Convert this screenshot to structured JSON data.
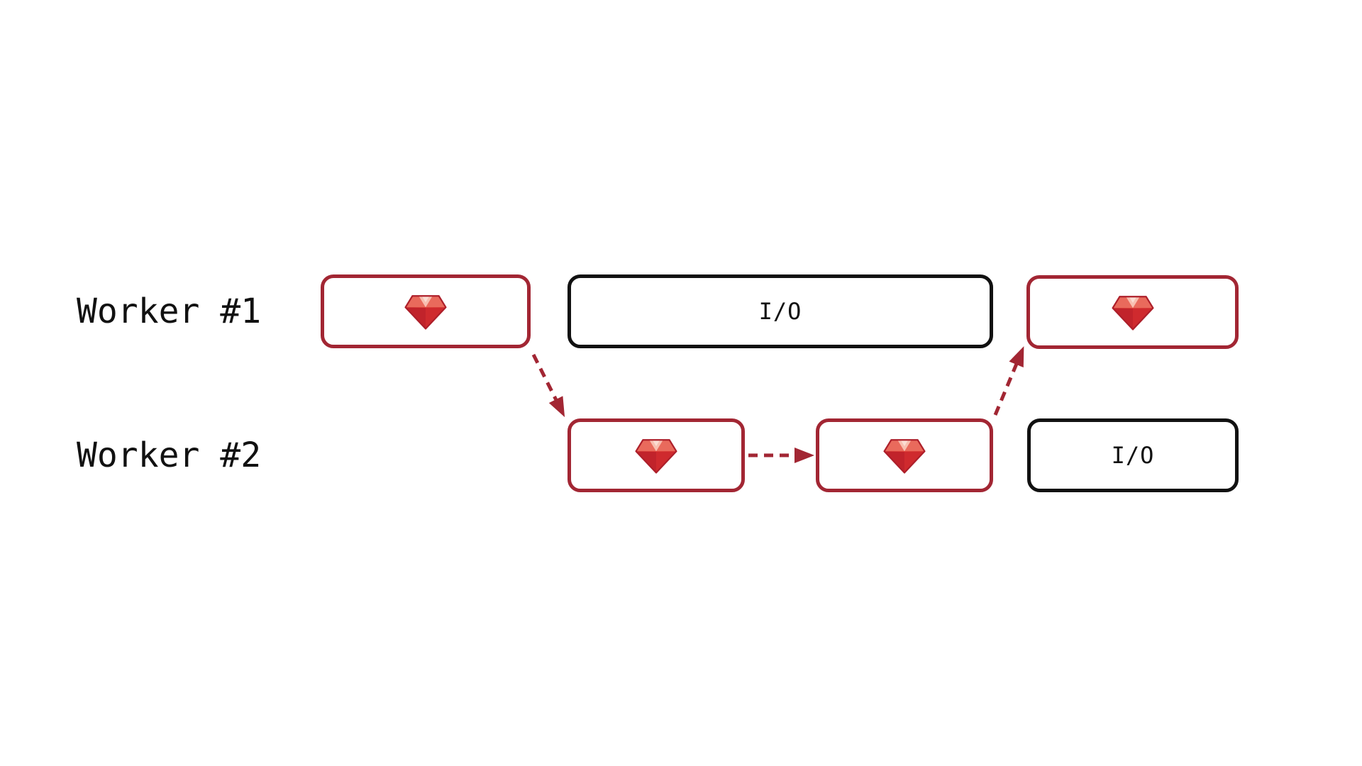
{
  "colors": {
    "accent_red": "#A22633",
    "box_border_black": "#111111",
    "text": "#111111",
    "background": "#ffffff"
  },
  "diagram": {
    "rows": [
      {
        "label": "Worker #1",
        "boxes": [
          {
            "kind": "ruby",
            "icon": "ruby-gem-icon"
          },
          {
            "kind": "io",
            "label": "I/O"
          },
          {
            "kind": "ruby",
            "icon": "ruby-gem-icon"
          }
        ]
      },
      {
        "label": "Worker #2",
        "boxes": [
          {
            "kind": "ruby",
            "icon": "ruby-gem-icon"
          },
          {
            "kind": "ruby",
            "icon": "ruby-gem-icon"
          },
          {
            "kind": "io",
            "label": "I/O"
          }
        ]
      }
    ],
    "arrows": [
      {
        "from": "worker1-ruby-box-1",
        "to": "worker2-ruby-box-1",
        "style": "dashed"
      },
      {
        "from": "worker2-ruby-box-1",
        "to": "worker2-ruby-box-2",
        "style": "dashed"
      },
      {
        "from": "worker2-ruby-box-2",
        "to": "worker1-ruby-box-2",
        "style": "dashed"
      }
    ]
  }
}
